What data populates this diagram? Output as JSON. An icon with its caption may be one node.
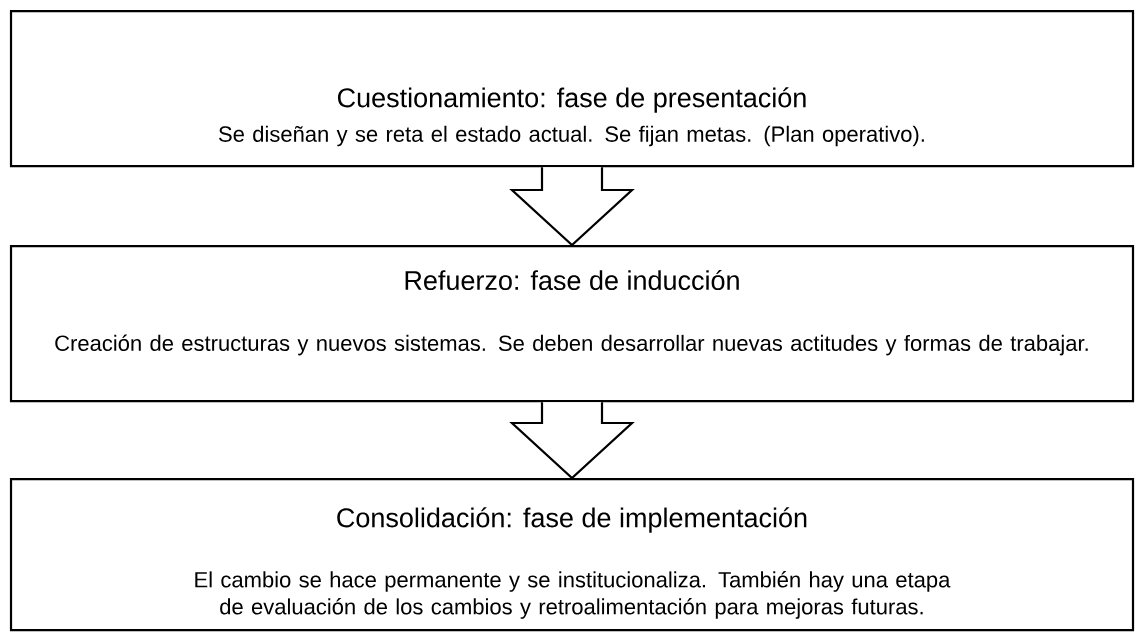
{
  "diagram": {
    "nodes": [
      {
        "text": [
          "Cuestionamiento: fase de presentación",
          "Se diseñan y se reta el estado actual. Se fijan metas. (Plan operativo)."
        ]
      },
      {
        "text": [
          "Refuerzo: fase de inducción",
          "Creación de estructuras y nuevos sistemas. Se deben desarrollar nuevas actitudes y formas de trabajar."
        ]
      },
      {
        "text": [
          "Consolidación: fase de implementación",
          "El cambio se hace permanente y se institucionaliza. También hay una etapa de evaluación de los cambios y retroalimentación para mejoras futuras."
        ]
      }
    ],
    "edges": [
      {
        "from": 0,
        "to": 1,
        "arrow": "to"
      },
      {
        "from": 1,
        "to": 2,
        "arrow": "to"
      }
    ]
  }
}
